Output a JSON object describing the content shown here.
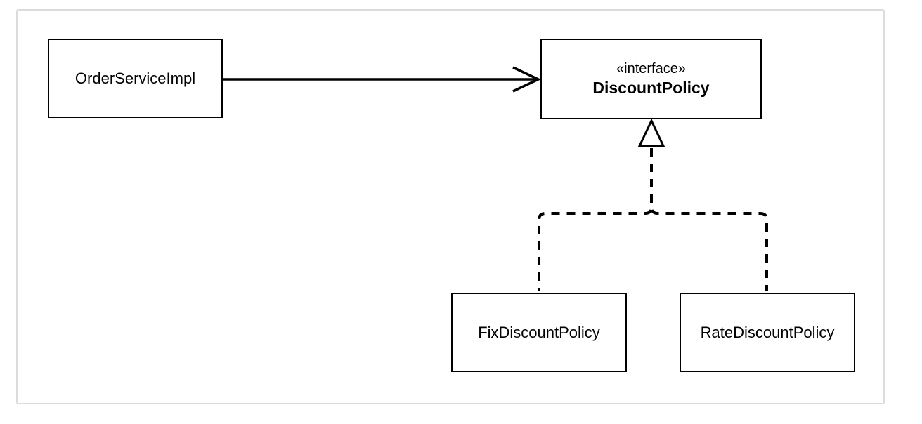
{
  "diagram": {
    "type": "uml-class-diagram",
    "nodes": [
      {
        "id": "OrderServiceImpl",
        "kind": "class",
        "label": "OrderServiceImpl"
      },
      {
        "id": "DiscountPolicy",
        "kind": "interface",
        "stereotype": "«interface»",
        "label": "DiscountPolicy"
      },
      {
        "id": "FixDiscountPolicy",
        "kind": "class",
        "label": "FixDiscountPolicy"
      },
      {
        "id": "RateDiscountPolicy",
        "kind": "class",
        "label": "RateDiscountPolicy"
      }
    ],
    "edges": [
      {
        "from": "OrderServiceImpl",
        "to": "DiscountPolicy",
        "type": "dependency",
        "line": "solid",
        "arrowhead": "open"
      },
      {
        "from": "FixDiscountPolicy",
        "to": "DiscountPolicy",
        "type": "realization",
        "line": "dashed",
        "arrowhead": "hollow-triangle"
      },
      {
        "from": "RateDiscountPolicy",
        "to": "DiscountPolicy",
        "type": "realization",
        "line": "dashed",
        "arrowhead": "hollow-triangle"
      }
    ],
    "colors": {
      "node_border": "#000000",
      "node_fill": "#ffffff",
      "edge_stroke": "#000000",
      "text": "#000000",
      "frame_border": "#dcdcdc",
      "background": "#ffffff"
    }
  }
}
